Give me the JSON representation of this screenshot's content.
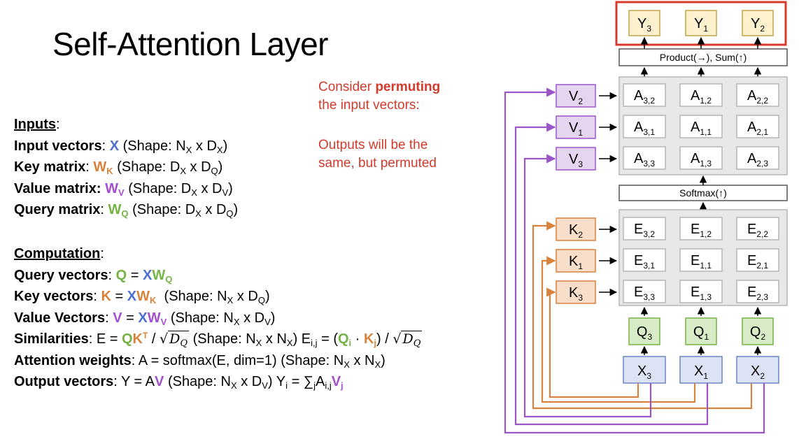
{
  "title": "Self-Attention Layer",
  "inputs": {
    "heading": "Inputs",
    "input_vectors": {
      "label": "Input vectors",
      "sym": "X",
      "shape_pre": "(Shape: N",
      "s1": "X",
      "mid": " x D",
      "s2": "X",
      "close": ")"
    },
    "key_matrix": {
      "label": "Key matrix",
      "sym": "W",
      "symsub": "K",
      "shape_pre": "(Shape: D",
      "s1": "X",
      "mid": " x D",
      "s2": "Q",
      "close": ")"
    },
    "value_matrix": {
      "label": "Value matrix:",
      "sym": "W",
      "symsub": "V",
      "shape_pre": "(Shape: D",
      "s1": "X",
      "mid": " x D",
      "s2": "V",
      "close": ")"
    },
    "query_matrix": {
      "label": "Query matrix",
      "sym": "W",
      "symsub": "Q",
      "shape_pre": "(Shape: D",
      "s1": "X",
      "mid": " x D",
      "s2": "Q",
      "close": ")"
    }
  },
  "computation": {
    "heading": "Computation",
    "query_vectors": {
      "label": "Query vectors",
      "lhs": "Q",
      "eq": " = ",
      "x": "X",
      "w": "W",
      "wsub": "Q"
    },
    "key_vectors": {
      "label": "Key vectors",
      "lhs": "K",
      "eq": " = ",
      "x": "X",
      "w": "W",
      "wsub": "K",
      "shape_pre": "(Shape: N",
      "s1": "X",
      "mid": " x D",
      "s2": "Q",
      "close": ")"
    },
    "value_vectors": {
      "label": "Value Vectors",
      "lhs": "V",
      "eq": " = ",
      "x": "X",
      "w": "W",
      "wsub": "V",
      "shape_pre": "(Shape: N",
      "s1": "X",
      "mid": " x D",
      "s2": "V",
      "close": ")"
    },
    "similarities": {
      "label": "Similarities",
      "pre": "E = ",
      "q": "Q",
      "k": "K",
      "t": "T",
      "slash": " / ",
      "dq": "D",
      "dqsub": "Q",
      "shape_pre": "(Shape: N",
      "s1": "X",
      "mid": " x N",
      "s2": "X",
      "close": ")",
      "e": "E",
      "esub": "i,j",
      "eq2": " = (",
      "qi": "Q",
      "qisub": "i",
      "dot": " · ",
      "kj": "K",
      "kjsub": "j",
      "close2": ") / "
    },
    "attention_weights": {
      "label": "Attention weights",
      "text": "A = softmax(E, dim=1)  (Shape: N",
      "s1": "X",
      "mid": " x N",
      "s2": "X",
      "close": ")"
    },
    "output_vectors": {
      "label": "Output vectors",
      "pre": "Y = A",
      "v": "V",
      "shape_pre": "(Shape: N",
      "s1": "X",
      "mid": " x D",
      "s2": "V",
      "close": ")",
      "yi": "Y",
      "yisub": "i",
      "sum": " = ∑",
      "sumsub": "j",
      "a": "A",
      "asub": "i,j",
      "vj": "V",
      "vjsub": "j"
    }
  },
  "note": {
    "line1_pre": "Consider ",
    "line1_bold": "permuting",
    "line2": "the input vectors:",
    "line3": "Outputs will be the",
    "line4": "same, but permuted"
  },
  "diagram": {
    "outputs": [
      {
        "base": "Y",
        "sub": "3"
      },
      {
        "base": "Y",
        "sub": "1"
      },
      {
        "base": "Y",
        "sub": "2"
      }
    ],
    "product_label": "Product(→),  Sum(↑)",
    "softmax_label": "Softmax(↑)",
    "values": [
      {
        "base": "V",
        "sub": "2"
      },
      {
        "base": "V",
        "sub": "1"
      },
      {
        "base": "V",
        "sub": "3"
      }
    ],
    "keys": [
      {
        "base": "K",
        "sub": "2"
      },
      {
        "base": "K",
        "sub": "1"
      },
      {
        "base": "K",
        "sub": "3"
      }
    ],
    "queries": [
      {
        "base": "Q",
        "sub": "3"
      },
      {
        "base": "Q",
        "sub": "1"
      },
      {
        "base": "Q",
        "sub": "2"
      }
    ],
    "inputs": [
      {
        "base": "X",
        "sub": "3"
      },
      {
        "base": "X",
        "sub": "1"
      },
      {
        "base": "X",
        "sub": "2"
      }
    ],
    "a_grid": [
      [
        {
          "base": "A",
          "sub": "3,2"
        },
        {
          "base": "A",
          "sub": "1,2"
        },
        {
          "base": "A",
          "sub": "2,2"
        }
      ],
      [
        {
          "base": "A",
          "sub": "3,1"
        },
        {
          "base": "A",
          "sub": "1,1"
        },
        {
          "base": "A",
          "sub": "2,1"
        }
      ],
      [
        {
          "base": "A",
          "sub": "3,3"
        },
        {
          "base": "A",
          "sub": "1,3"
        },
        {
          "base": "A",
          "sub": "2,3"
        }
      ]
    ],
    "e_grid": [
      [
        {
          "base": "E",
          "sub": "3,2"
        },
        {
          "base": "E",
          "sub": "1,2"
        },
        {
          "base": "E",
          "sub": "2,2"
        }
      ],
      [
        {
          "base": "E",
          "sub": "3,1"
        },
        {
          "base": "E",
          "sub": "1,1"
        },
        {
          "base": "E",
          "sub": "2,1"
        }
      ],
      [
        {
          "base": "E",
          "sub": "3,3"
        },
        {
          "base": "E",
          "sub": "1,3"
        },
        {
          "base": "E",
          "sub": "2,3"
        }
      ]
    ],
    "colors": {
      "highlight": "#d8392b",
      "value_fill": "#e6d5f1",
      "value_stroke": "#9b55c8",
      "key_fill": "#f9dfc9",
      "key_stroke": "#d9823b",
      "query_fill": "#d9ecc8",
      "query_stroke": "#74b344",
      "input_fill": "#dbe3f4",
      "input_stroke": "#6a86c8",
      "output_fill": "#fdf2cd",
      "output_stroke": "#c2a44a",
      "grid_fill": "#e8e8e8",
      "grid_stroke": "#b5b5b5",
      "cell_fill": "#ffffff"
    }
  }
}
